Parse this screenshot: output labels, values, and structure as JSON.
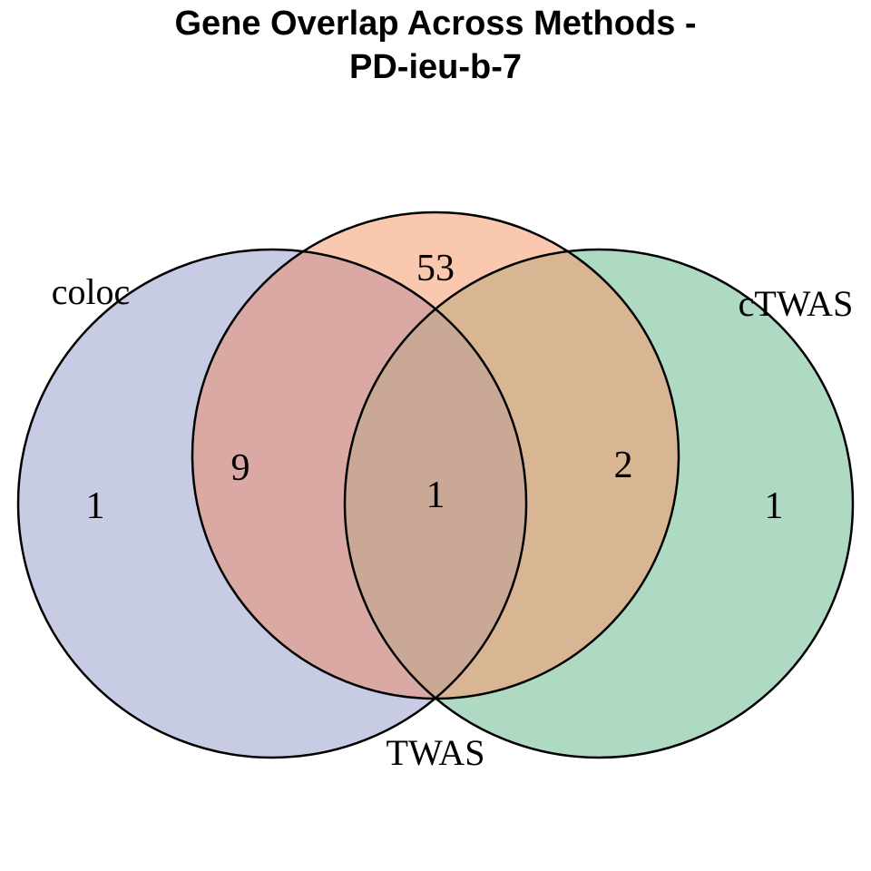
{
  "title": {
    "line1": "Gene Overlap Across Methods -",
    "line2": "PD-ieu-b-7"
  },
  "chart_data": {
    "type": "venn",
    "title": "Gene Overlap Across Methods - PD-ieu-b-7",
    "sets": [
      {
        "name": "coloc",
        "color": "#c7cbe3"
      },
      {
        "name": "TWAS",
        "color": "#f9c8ae"
      },
      {
        "name": "cTWAS",
        "color": "#aed9c2"
      }
    ],
    "regions": [
      {
        "sets": [
          "coloc"
        ],
        "value": 1
      },
      {
        "sets": [
          "TWAS"
        ],
        "value": 53
      },
      {
        "sets": [
          "cTWAS"
        ],
        "value": 1
      },
      {
        "sets": [
          "coloc",
          "TWAS"
        ],
        "value": 9
      },
      {
        "sets": [
          "TWAS",
          "cTWAS"
        ],
        "value": 2
      },
      {
        "sets": [
          "coloc",
          "TWAS",
          "cTWAS"
        ],
        "value": 1
      }
    ],
    "overlap_colors": {
      "coloc_TWAS": "#daa9a4",
      "TWAS_cTWAS": "#d8b593",
      "center": "#c9a896"
    },
    "outline_color": "#000000",
    "background": "#ffffff",
    "legend": "none"
  }
}
